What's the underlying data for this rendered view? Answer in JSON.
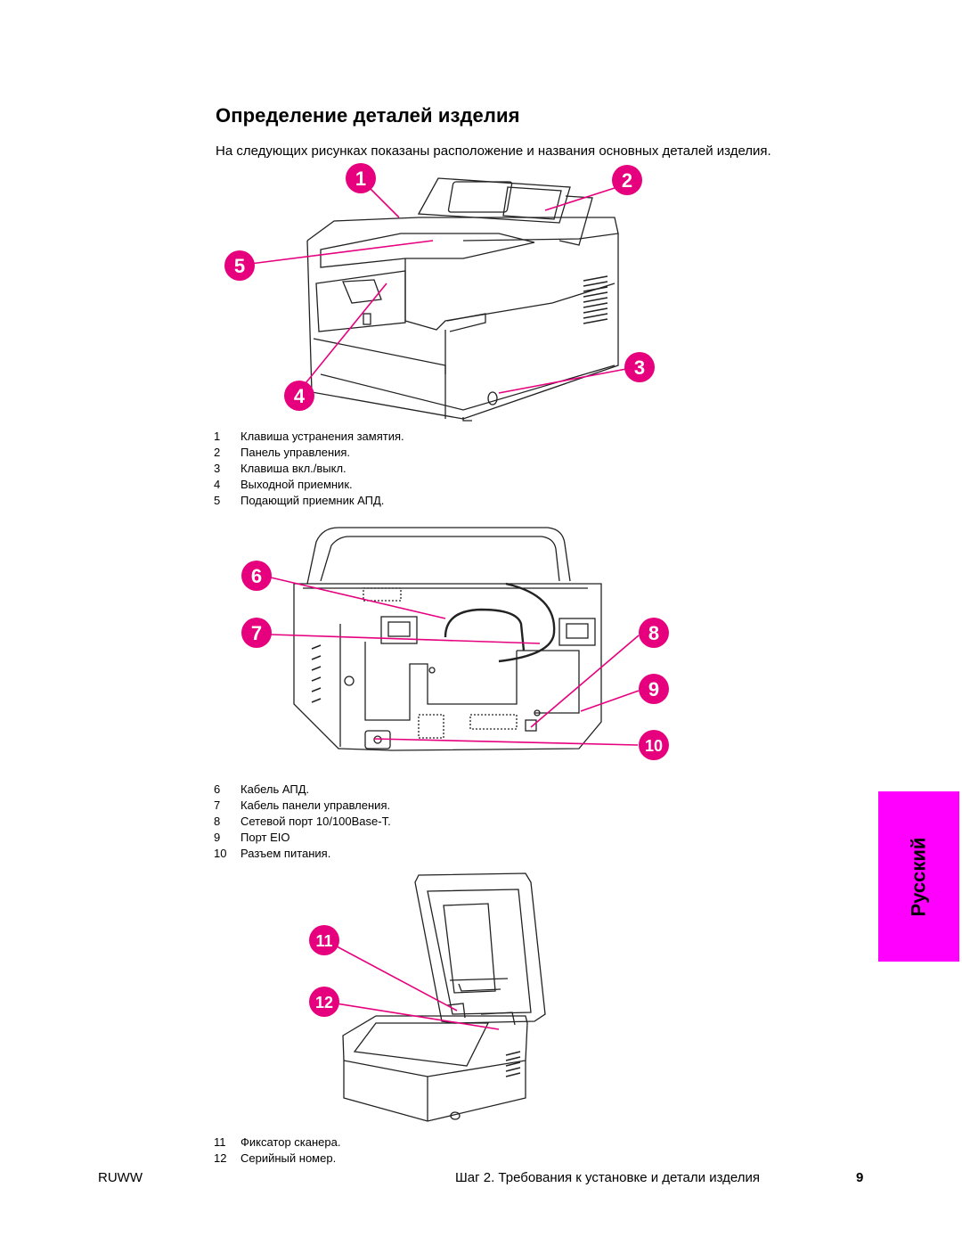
{
  "page": {
    "title": "Определение деталей изделия",
    "intro": "На следующих рисунках показаны расположение и названия основных деталей изделия."
  },
  "figure1": {
    "callouts": [
      "1",
      "2",
      "3",
      "4",
      "5"
    ],
    "legend": [
      {
        "num": "1",
        "text": "Клавиша устранения замятия."
      },
      {
        "num": "2",
        "text": "Панель управления."
      },
      {
        "num": "3",
        "text": "Клавиша вкл./выкл."
      },
      {
        "num": "4",
        "text": "Выходной приемник."
      },
      {
        "num": "5",
        "text": "Подающий приемник АПД."
      }
    ]
  },
  "figure2": {
    "callouts": [
      "6",
      "7",
      "8",
      "9",
      "10"
    ],
    "legend": [
      {
        "num": "6",
        "text": "Кабель АПД."
      },
      {
        "num": "7",
        "text": "Кабель панели управления."
      },
      {
        "num": "8",
        "text": "Сетевой порт 10/100Base-T."
      },
      {
        "num": "9",
        "text": "Порт EIO"
      },
      {
        "num": "10",
        "text": "Разъем питания."
      }
    ]
  },
  "figure3": {
    "callouts": [
      "11",
      "12"
    ],
    "legend": [
      {
        "num": "11",
        "text": "Фиксатор сканера."
      },
      {
        "num": "12",
        "text": "Серийный номер."
      }
    ]
  },
  "side_tab": {
    "label": "Русский",
    "color": "#ff00ff"
  },
  "footer": {
    "left": "RUWW",
    "center": "Шаг 2. Требования к установке и детали изделия",
    "page_number": "9"
  },
  "colors": {
    "callout": "#e6007e",
    "line": "#e6007e"
  }
}
